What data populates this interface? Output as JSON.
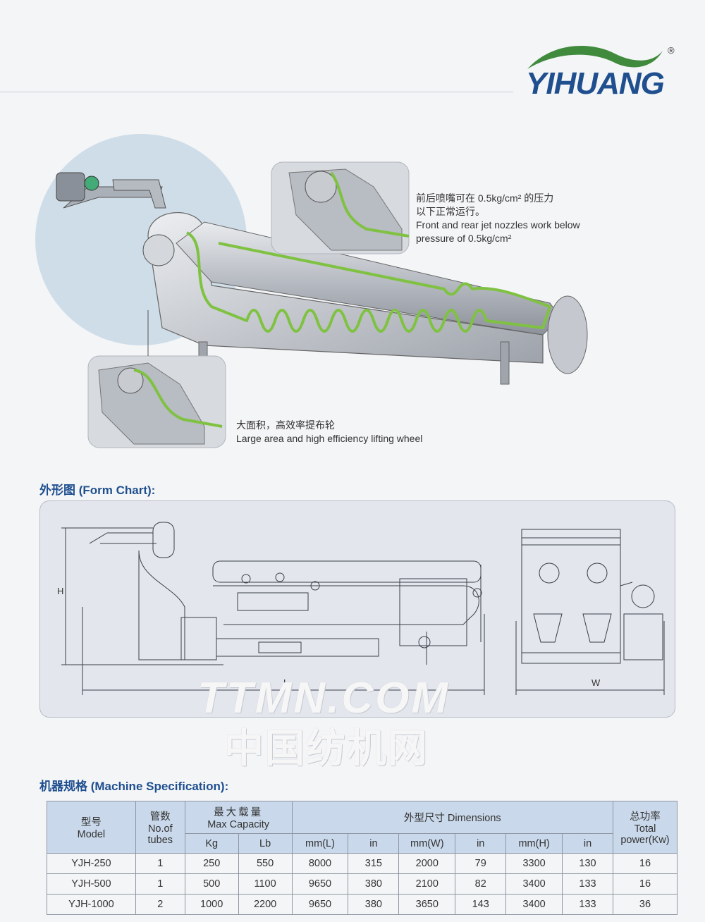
{
  "brand": {
    "name": "YIHUANG",
    "registered_mark": "®",
    "swoosh_color": "#3f8a3c",
    "text_color": "#1f4f8f"
  },
  "callouts": {
    "jet_nozzles": {
      "zh_line1": "前后喷嘴可在 0.5kg/cm² 的压力",
      "zh_line2": "以下正常运行。",
      "en_line1": "Front and rear jet nozzles work below",
      "en_line2": "pressure of 0.5kg/cm²"
    },
    "lifting_wheel": {
      "zh": "大面积，高效率提布轮",
      "en": "Large area and high efficiency lifting wheel"
    }
  },
  "form_chart": {
    "title": "外形图 (Form Chart):",
    "dim_h": "H",
    "dim_l": "L",
    "dim_w": "W"
  },
  "watermark": {
    "line1": "TTMN.COM",
    "line2": "中国纺机网"
  },
  "spec": {
    "title": "机器规格 (Machine  Specification):",
    "headers": {
      "model_zh": "型号",
      "model_en": "Model",
      "tubes_zh": "管数",
      "tubes_en1": "No.of",
      "tubes_en2": "tubes",
      "cap_zh": "最大载量",
      "cap_en": "Max Capacity",
      "dims": "外型尺寸 Dimensions",
      "power_zh": "总功率",
      "power_en1": "Total",
      "power_en2": "power(Kw)",
      "kg": "Kg",
      "lb": "Lb",
      "mm_l": "mm(L)",
      "in1": "in",
      "mm_w": "mm(W)",
      "in2": "in",
      "mm_h": "mm(H)",
      "in3": "in"
    },
    "rows": [
      [
        "YJH-250",
        "1",
        "250",
        "550",
        "8000",
        "315",
        "2000",
        "79",
        "3300",
        "130",
        "16"
      ],
      [
        "YJH-500",
        "1",
        "500",
        "1100",
        "9650",
        "380",
        "2100",
        "82",
        "3400",
        "133",
        "16"
      ],
      [
        "YJH-1000",
        "2",
        "1000",
        "2200",
        "9650",
        "380",
        "3650",
        "143",
        "3400",
        "133",
        "36"
      ]
    ]
  }
}
